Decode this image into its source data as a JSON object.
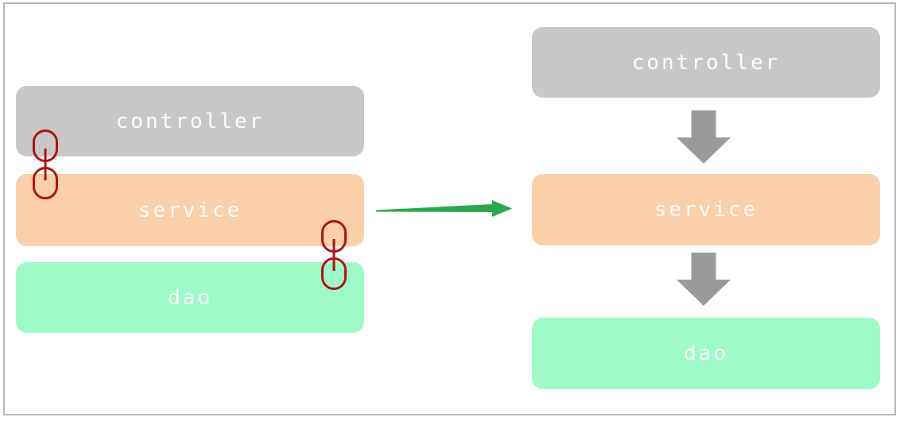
{
  "left_stack": {
    "boxes": [
      {
        "label": "controller",
        "fill": "#c8c8c8"
      },
      {
        "label": "service",
        "fill": "#fbcfa7"
      },
      {
        "label": "dao",
        "fill": "#9efac6"
      }
    ]
  },
  "right_stack": {
    "boxes": [
      {
        "label": "controller",
        "fill": "#c8c8c8"
      },
      {
        "label": "service",
        "fill": "#fbcfa7"
      },
      {
        "label": "dao",
        "fill": "#9efac6"
      }
    ]
  },
  "icons": {
    "chain_link": {
      "name": "chain-link-icon",
      "color": "#b21212"
    },
    "down_arrow": {
      "name": "down-arrow-icon",
      "color": "#9a9a9a"
    },
    "transition_arrow": {
      "name": "right-arrow-icon",
      "color": "#2ca84c"
    }
  },
  "colors": {
    "label_text": "#fdfdfd",
    "canvas_border": "#b9b9b9",
    "background": "#ffffff"
  }
}
